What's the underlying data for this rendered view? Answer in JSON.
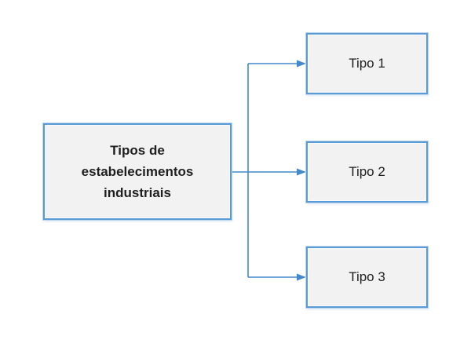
{
  "diagram": {
    "root": {
      "label": "Tipos de estabelecimentos industriais"
    },
    "children": [
      {
        "label": "Tipo 1"
      },
      {
        "label": "Tipo 2"
      },
      {
        "label": "Tipo 3"
      }
    ]
  },
  "colors": {
    "node_fill": "#f2f2f2",
    "node_border": "#5b9bd5",
    "node_halo": "#bdd7ee",
    "connector": "#4489cc",
    "text": "#1f1f1f",
    "background": "#ffffff"
  }
}
